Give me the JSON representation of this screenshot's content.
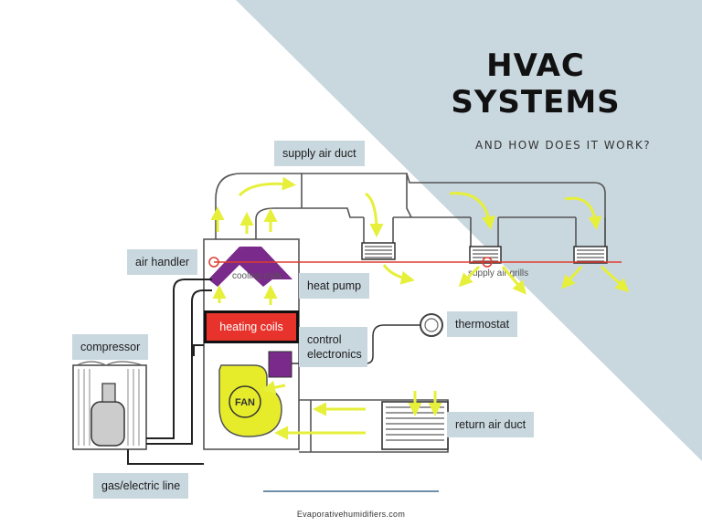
{
  "title": "HVAC SYSTEMS",
  "subtitle": "AND HOW DOES IT WORK?",
  "labels": {
    "supply_air_duct": "supply air duct",
    "air_handler": "air handler",
    "heat_pump": "heat pump",
    "heating_coils": "heating coils",
    "control_electronics": "control electronics",
    "thermostat": "thermostat",
    "compressor": "compressor",
    "return_air_duct": "return air duct",
    "gas_electric_line": "gas/electric line",
    "cooling_coils": "cooling coils",
    "supply_air_grills": "supply air grills",
    "fan": "FAN"
  },
  "footer": "Evaporativehumidifiers.com",
  "colors": {
    "background_triangle": "#c9d7df",
    "label_box": "#c9d7df",
    "heating_coils_fill": "#e8332c",
    "airflow_arrows": "#e6f03a",
    "fan": "#e6ec2a",
    "cooling_coils": "#7a2a8a",
    "control_box": "#7a2a8a",
    "signal_line": "#e23b2f"
  }
}
